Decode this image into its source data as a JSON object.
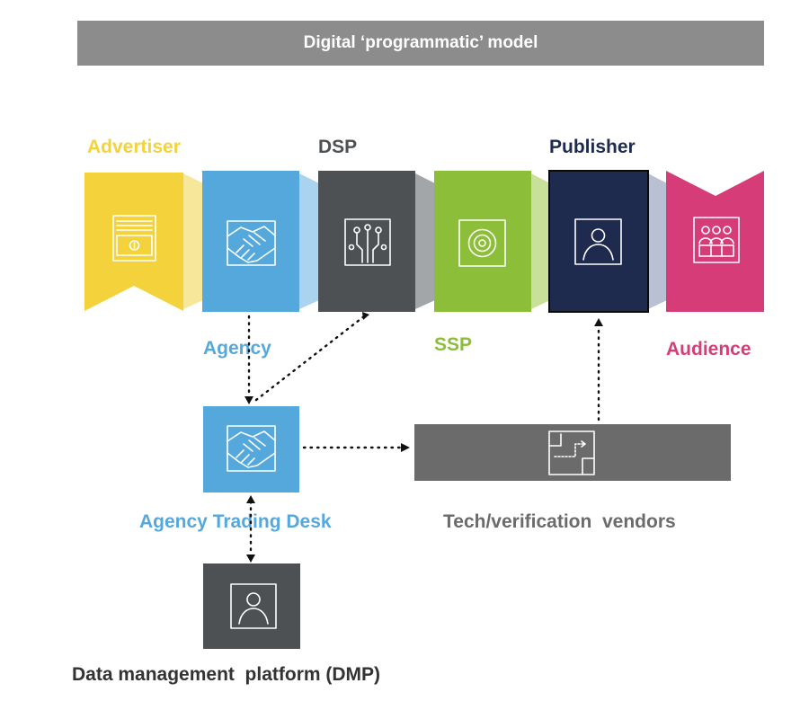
{
  "title": "Digital ‘programmatic’ model",
  "colors": {
    "advertiser": "#f4d23c",
    "agency": "#55a8dc",
    "dsp": "#4d5154",
    "ssp": "#8cbe3a",
    "publisher": "#1e2b4f",
    "audience": "#d63d78",
    "vendors": "#6b6b6b",
    "title_bar": "#8c8c8c"
  },
  "labels": {
    "advertiser": "Advertiser",
    "dsp": "DSP",
    "publisher": "Publisher",
    "agency": "Agency",
    "ssp": "SSP",
    "audience": "Audience",
    "trading_desk": "Agency Trading Desk",
    "vendors": "Tech/verification  vendors",
    "dmp": "Data management  platform (DMP)"
  },
  "icons": {
    "advertiser": "banknote-icon",
    "agency": "handshake-icon",
    "dsp": "circuit-icon",
    "ssp": "target-icon",
    "publisher": "person-icon",
    "audience": "group-icon",
    "trading_desk": "handshake-icon",
    "vendors": "floorplan-icon",
    "dmp": "person-icon"
  }
}
